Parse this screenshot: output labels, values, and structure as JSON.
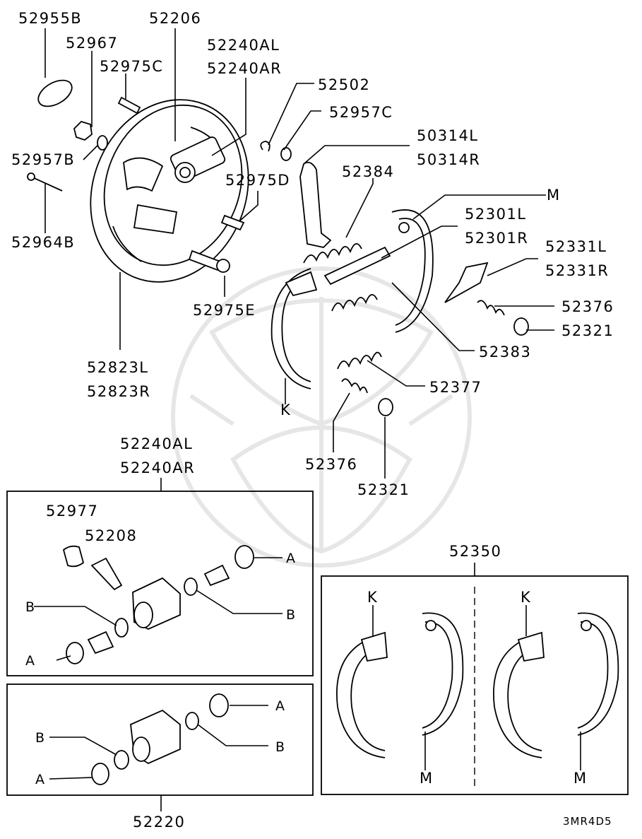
{
  "diagram": {
    "code": "3MR4D5",
    "labels": {
      "p52955B": "52955B",
      "p52967": "52967",
      "p52975C": "52975C",
      "p52206": "52206",
      "p52240AL": "52240AL",
      "p52240AR": "52240AR",
      "p52957B": "52957B",
      "p52964B": "52964B",
      "p52975D": "52975D",
      "p52975E": "52975E",
      "p52823L": "52823L",
      "p52823R": "52823R",
      "p52502": "52502",
      "p52957C": "52957C",
      "p50314L": "50314L",
      "p50314R": "50314R",
      "p52384": "52384",
      "pM": "M",
      "p52301L": "52301L",
      "p52301R": "52301R",
      "p52331L": "52331L",
      "p52331R": "52331R",
      "p52376a": "52376",
      "p52321a": "52321",
      "p52383": "52383",
      "p52377": "52377",
      "pK": "K",
      "p52376b": "52376",
      "p52321b": "52321"
    },
    "box_top": {
      "title_l": "52240AL",
      "title_r": "52240AR",
      "p52977": "52977",
      "p52208": "52208",
      "A1": "A",
      "B1": "B",
      "B2": "B",
      "A2": "A"
    },
    "box_bottom": {
      "title": "52220",
      "A1": "A",
      "B1": "B",
      "B2": "B",
      "A2": "A"
    },
    "box_shoes": {
      "title": "52350",
      "K1": "K",
      "M1": "M",
      "K2": "K",
      "M2": "M"
    }
  }
}
